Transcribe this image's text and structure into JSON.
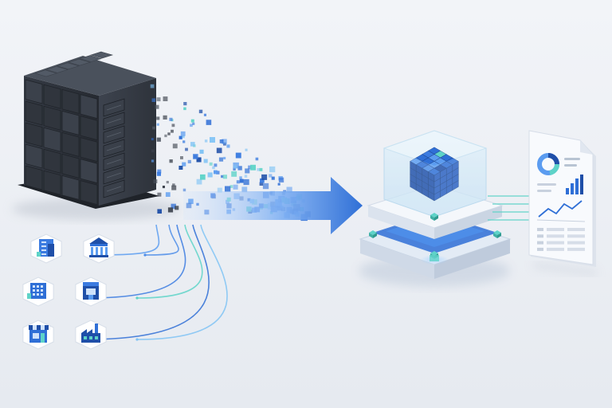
{
  "diagram": {
    "source_server": {
      "kind": "server-rack"
    },
    "sources": [
      {
        "kind": "office-building"
      },
      {
        "kind": "bank"
      },
      {
        "kind": "apartment-building"
      },
      {
        "kind": "store"
      },
      {
        "kind": "shop"
      },
      {
        "kind": "factory"
      }
    ],
    "flow": {
      "kind": "arrow-right"
    },
    "hub": {
      "kind": "data-cube-platform"
    },
    "output": {
      "kind": "report-document"
    }
  },
  "colors": {
    "background": "#eef1f6",
    "server_dark": "#2b3038",
    "server_mid": "#3a404a",
    "server_light": "#4b525d",
    "accent_blue": "#2f6fd6",
    "accent_light_blue": "#5b9cf0",
    "accent_teal": "#5ed3c8",
    "glass": "#cfe6f5",
    "paper": "#f7f9fc"
  }
}
